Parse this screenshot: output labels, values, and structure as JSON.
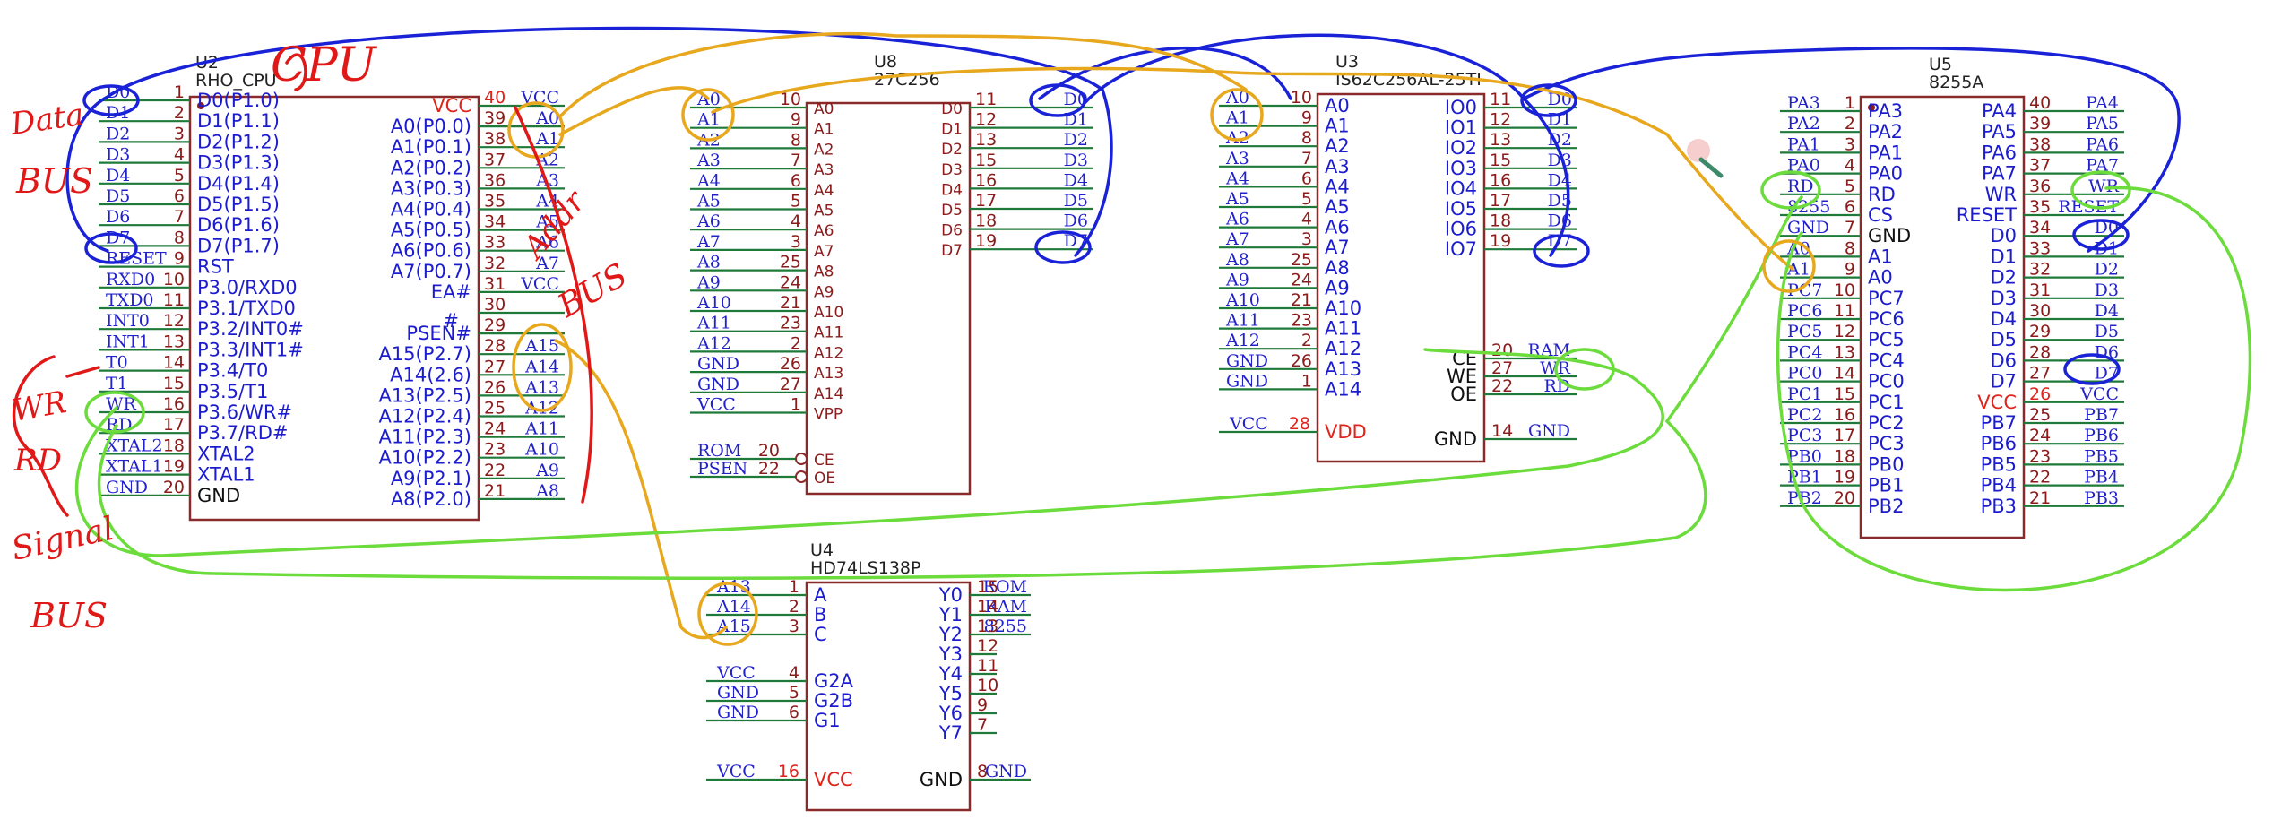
{
  "chips": {
    "u2": {
      "ref": "U2",
      "part": "RHO_CPU",
      "left_pins": [
        {
          "num": "1",
          "name": "D0(P1.0)",
          "net": "D0"
        },
        {
          "num": "2",
          "name": "D1(P1.1)",
          "net": "D1"
        },
        {
          "num": "3",
          "name": "D2(P1.2)",
          "net": "D2"
        },
        {
          "num": "4",
          "name": "D3(P1.3)",
          "net": "D3"
        },
        {
          "num": "5",
          "name": "D4(P1.4)",
          "net": "D4"
        },
        {
          "num": "6",
          "name": "D5(P1.5)",
          "net": "D5"
        },
        {
          "num": "7",
          "name": "D6(P1.6)",
          "net": "D6"
        },
        {
          "num": "8",
          "name": "D7(P1.7)",
          "net": "D7"
        },
        {
          "num": "9",
          "name": "RST",
          "net": "RESET"
        },
        {
          "num": "10",
          "name": "P3.0/RXD0",
          "net": "RXD0"
        },
        {
          "num": "11",
          "name": "P3.1/TXD0",
          "net": "TXD0"
        },
        {
          "num": "12",
          "name": "P3.2/INT0#",
          "net": "INT0"
        },
        {
          "num": "13",
          "name": "P3.3/INT1#",
          "net": "INT1"
        },
        {
          "num": "14",
          "name": "P3.4/T0",
          "net": "T0"
        },
        {
          "num": "15",
          "name": "P3.5/T1",
          "net": "T1"
        },
        {
          "num": "16",
          "name": "P3.6/WR#",
          "net": "WR"
        },
        {
          "num": "17",
          "name": "P3.7/RD#",
          "net": "RD"
        },
        {
          "num": "18",
          "name": "XTAL2",
          "net": "XTAL2"
        },
        {
          "num": "19",
          "name": "XTAL1",
          "net": "XTAL1"
        },
        {
          "num": "20",
          "name": "GND",
          "net": "GND"
        }
      ],
      "right_pins": [
        {
          "num": "40",
          "name": "VCC",
          "net": "VCC"
        },
        {
          "num": "39",
          "name": "A0(P0.0)",
          "net": "A0"
        },
        {
          "num": "38",
          "name": "A1(P0.1)",
          "net": "A1"
        },
        {
          "num": "37",
          "name": "A2(P0.2)",
          "net": "A2"
        },
        {
          "num": "36",
          "name": "A3(P0.3)",
          "net": "A3"
        },
        {
          "num": "35",
          "name": "A4(P0.4)",
          "net": "A4"
        },
        {
          "num": "34",
          "name": "A5(P0.5)",
          "net": "A5"
        },
        {
          "num": "33",
          "name": "A6(P0.6)",
          "net": "A6"
        },
        {
          "num": "32",
          "name": "A7(P0.7)",
          "net": "A7"
        },
        {
          "num": "31",
          "name": "EA#",
          "net": "VCC"
        },
        {
          "num": "30",
          "name": "",
          "net": ""
        },
        {
          "num": "29",
          "name": "PSEN#",
          "net": ""
        },
        {
          "num": "28",
          "name": "A15(P2.7)",
          "net": "A15"
        },
        {
          "num": "27",
          "name": "A14(2.6)",
          "net": "A14"
        },
        {
          "num": "26",
          "name": "A13(P2.5)",
          "net": "A13"
        },
        {
          "num": "25",
          "name": "A12(P2.4)",
          "net": "A12"
        },
        {
          "num": "24",
          "name": "A11(P2.3)",
          "net": "A11"
        },
        {
          "num": "23",
          "name": "A10(P2.2)",
          "net": "A10"
        },
        {
          "num": "22",
          "name": "A9(P2.1)",
          "net": "A9"
        },
        {
          "num": "21",
          "name": "A8(P2.0)",
          "net": "A8"
        }
      ],
      "extra_marks": [
        "#"
      ]
    },
    "u8": {
      "ref": "U8",
      "part": "27C256",
      "left_pins": [
        {
          "num": "10",
          "name": "A0",
          "net": "A0"
        },
        {
          "num": "9",
          "name": "A1",
          "net": "A1"
        },
        {
          "num": "8",
          "name": "A2",
          "net": "A2"
        },
        {
          "num": "7",
          "name": "A3",
          "net": "A3"
        },
        {
          "num": "6",
          "name": "A4",
          "net": "A4"
        },
        {
          "num": "5",
          "name": "A5",
          "net": "A5"
        },
        {
          "num": "4",
          "name": "A6",
          "net": "A6"
        },
        {
          "num": "3",
          "name": "A7",
          "net": "A7"
        },
        {
          "num": "25",
          "name": "A8",
          "net": "A8"
        },
        {
          "num": "24",
          "name": "A9",
          "net": "A9"
        },
        {
          "num": "21",
          "name": "A10",
          "net": "A10"
        },
        {
          "num": "23",
          "name": "A11",
          "net": "A11"
        },
        {
          "num": "2",
          "name": "A12",
          "net": "A12"
        },
        {
          "num": "26",
          "name": "A13",
          "net": "GND"
        },
        {
          "num": "27",
          "name": "A14",
          "net": "GND"
        },
        {
          "num": "1",
          "name": "VPP",
          "net": "VCC"
        }
      ],
      "ctrl_pins": [
        {
          "num": "20",
          "name": "CE",
          "net": "ROM"
        },
        {
          "num": "22",
          "name": "OE",
          "net": "PSEN"
        }
      ],
      "right_pins": [
        {
          "num": "11",
          "name": "D0",
          "net": "D0"
        },
        {
          "num": "12",
          "name": "D1",
          "net": "D1"
        },
        {
          "num": "13",
          "name": "D2",
          "net": "D2"
        },
        {
          "num": "15",
          "name": "D3",
          "net": "D3"
        },
        {
          "num": "16",
          "name": "D4",
          "net": "D4"
        },
        {
          "num": "17",
          "name": "D5",
          "net": "D5"
        },
        {
          "num": "18",
          "name": "D6",
          "net": "D6"
        },
        {
          "num": "19",
          "name": "D7",
          "net": "D7"
        }
      ]
    },
    "u3": {
      "ref": "U3",
      "part": "IS62C256AL-25TI",
      "left_pins": [
        {
          "num": "10",
          "name": "A0",
          "net": "A0"
        },
        {
          "num": "9",
          "name": "A1",
          "net": "A1"
        },
        {
          "num": "8",
          "name": "A2",
          "net": "A2"
        },
        {
          "num": "7",
          "name": "A3",
          "net": "A3"
        },
        {
          "num": "6",
          "name": "A4",
          "net": "A4"
        },
        {
          "num": "5",
          "name": "A5",
          "net": "A5"
        },
        {
          "num": "4",
          "name": "A6",
          "net": "A6"
        },
        {
          "num": "3",
          "name": "A7",
          "net": "A7"
        },
        {
          "num": "25",
          "name": "A8",
          "net": "A8"
        },
        {
          "num": "24",
          "name": "A9",
          "net": "A9"
        },
        {
          "num": "21",
          "name": "A10",
          "net": "A10"
        },
        {
          "num": "23",
          "name": "A11",
          "net": "A11"
        },
        {
          "num": "2",
          "name": "A12",
          "net": "A12"
        },
        {
          "num": "26",
          "name": "A13",
          "net": "GND"
        },
        {
          "num": "1",
          "name": "A14",
          "net": "GND"
        }
      ],
      "vdd": {
        "num": "28",
        "name": "VDD",
        "net": "VCC"
      },
      "right_pins": [
        {
          "num": "11",
          "name": "IO0",
          "net": "D0"
        },
        {
          "num": "12",
          "name": "IO1",
          "net": "D1"
        },
        {
          "num": "13",
          "name": "IO2",
          "net": "D2"
        },
        {
          "num": "15",
          "name": "IO3",
          "net": "D3"
        },
        {
          "num": "16",
          "name": "IO4",
          "net": "D4"
        },
        {
          "num": "17",
          "name": "IO5",
          "net": "D5"
        },
        {
          "num": "18",
          "name": "IO6",
          "net": "D6"
        },
        {
          "num": "19",
          "name": "IO7",
          "net": "D7"
        }
      ],
      "ctrl_pins": [
        {
          "num": "20",
          "name": "CE",
          "net": "RAM"
        },
        {
          "num": "27",
          "name": "WE",
          "net": "WR"
        },
        {
          "num": "22",
          "name": "OE",
          "net": "RD"
        }
      ],
      "gnd": {
        "num": "14",
        "name": "GND",
        "net": "GND"
      }
    },
    "u4": {
      "ref": "U4",
      "part": "HD74LS138P",
      "left_pins": [
        {
          "num": "1",
          "name": "A",
          "net": "A13"
        },
        {
          "num": "2",
          "name": "B",
          "net": "A14"
        },
        {
          "num": "3",
          "name": "C",
          "net": "A15"
        },
        {
          "num": "4",
          "name": "G2A",
          "net": "VCC"
        },
        {
          "num": "5",
          "name": "G2B",
          "net": "GND"
        },
        {
          "num": "6",
          "name": "G1",
          "net": "GND"
        },
        {
          "num": "16",
          "name": "VCC",
          "net": "VCC"
        }
      ],
      "right_pins": [
        {
          "num": "15",
          "name": "Y0",
          "net": "ROM"
        },
        {
          "num": "14",
          "name": "Y1",
          "net": "RAM"
        },
        {
          "num": "13",
          "name": "Y2",
          "net": "8255"
        },
        {
          "num": "12",
          "name": "Y3",
          "net": ""
        },
        {
          "num": "11",
          "name": "Y4",
          "net": ""
        },
        {
          "num": "10",
          "name": "Y5",
          "net": ""
        },
        {
          "num": "9",
          "name": "Y6",
          "net": ""
        },
        {
          "num": "7",
          "name": "Y7",
          "net": ""
        },
        {
          "num": "8",
          "name": "GND",
          "net": "GND"
        }
      ]
    },
    "u5": {
      "ref": "U5",
      "part": "8255A",
      "left_pins": [
        {
          "num": "1",
          "name": "PA3",
          "net": "PA3"
        },
        {
          "num": "2",
          "name": "PA2",
          "net": "PA2"
        },
        {
          "num": "3",
          "name": "PA1",
          "net": "PA1"
        },
        {
          "num": "4",
          "name": "PA0",
          "net": "PA0"
        },
        {
          "num": "5",
          "name": "RD",
          "net": "RD"
        },
        {
          "num": "6",
          "name": "CS",
          "net": "8255"
        },
        {
          "num": "7",
          "name": "GND",
          "net": "GND"
        },
        {
          "num": "8",
          "name": "A1",
          "net": "A0"
        },
        {
          "num": "9",
          "name": "A0",
          "net": "A1"
        },
        {
          "num": "10",
          "name": "PC7",
          "net": "PC7"
        },
        {
          "num": "11",
          "name": "PC6",
          "net": "PC6"
        },
        {
          "num": "12",
          "name": "PC5",
          "net": "PC5"
        },
        {
          "num": "13",
          "name": "PC4",
          "net": "PC4"
        },
        {
          "num": "14",
          "name": "PC0",
          "net": "PC0"
        },
        {
          "num": "15",
          "name": "PC1",
          "net": "PC1"
        },
        {
          "num": "16",
          "name": "PC2",
          "net": "PC2"
        },
        {
          "num": "17",
          "name": "PC3",
          "net": "PC3"
        },
        {
          "num": "18",
          "name": "PB0",
          "net": "PB0"
        },
        {
          "num": "19",
          "name": "PB1",
          "net": "PB1"
        },
        {
          "num": "20",
          "name": "PB2",
          "net": "PB2"
        }
      ],
      "right_pins": [
        {
          "num": "40",
          "name": "PA4",
          "net": "PA4"
        },
        {
          "num": "39",
          "name": "PA5",
          "net": "PA5"
        },
        {
          "num": "38",
          "name": "PA6",
          "net": "PA6"
        },
        {
          "num": "37",
          "name": "PA7",
          "net": "PA7"
        },
        {
          "num": "36",
          "name": "WR",
          "net": "WR"
        },
        {
          "num": "35",
          "name": "RESET",
          "net": "RESET"
        },
        {
          "num": "34",
          "name": "D0",
          "net": "D0"
        },
        {
          "num": "33",
          "name": "D1",
          "net": "D1"
        },
        {
          "num": "32",
          "name": "D2",
          "net": "D2"
        },
        {
          "num": "31",
          "name": "D3",
          "net": "D3"
        },
        {
          "num": "30",
          "name": "D4",
          "net": "D4"
        },
        {
          "num": "29",
          "name": "D5",
          "net": "D5"
        },
        {
          "num": "28",
          "name": "D6",
          "net": "D6"
        },
        {
          "num": "27",
          "name": "D7",
          "net": "D7"
        },
        {
          "num": "26",
          "name": "VCC",
          "net": "VCC"
        },
        {
          "num": "25",
          "name": "PB7",
          "net": "PB7"
        },
        {
          "num": "24",
          "name": "PB6",
          "net": "PB6"
        },
        {
          "num": "23",
          "name": "PB5",
          "net": "PB5"
        },
        {
          "num": "22",
          "name": "PB4",
          "net": "PB4"
        },
        {
          "num": "21",
          "name": "PB3",
          "net": "PB3"
        }
      ]
    }
  },
  "annotations": {
    "cpu": "CPU",
    "data_bus": [
      "Data",
      "BUS"
    ],
    "addr_bus": [
      "Addr",
      "BUS"
    ],
    "wr": "WR",
    "rd": "RD",
    "signal_bus": [
      "Signal",
      "BUS"
    ]
  },
  "colors": {
    "chip_border": "#8b2a2a",
    "wire": "#1f7a3a",
    "net_label": "#2222cc",
    "data_bus": "#1a22d8",
    "address_bus": "#e8a81e",
    "signal_bus": "#6bdc3c",
    "ink_red": "#e01818"
  }
}
